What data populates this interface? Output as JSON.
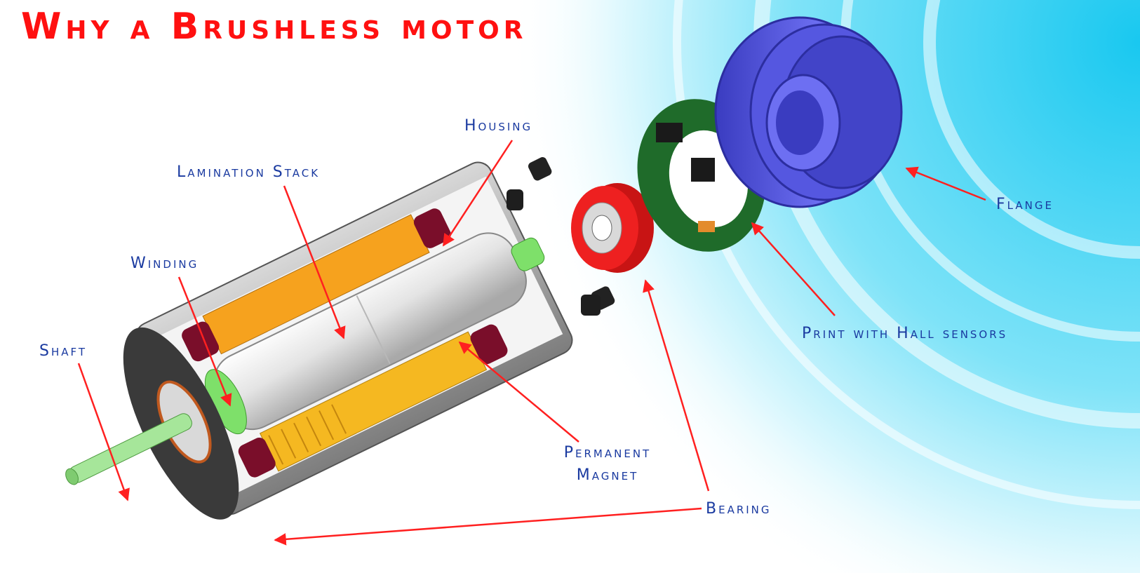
{
  "title": "Why a Brushless motor",
  "labels": {
    "housing": "Housing",
    "lamination_stack": "Lamination Stack",
    "winding": "Winding",
    "shaft": "Shaft",
    "permanent_magnet": "Permanent Magnet",
    "bearing": "Bearing",
    "flange": "Flange",
    "print_hall": "Print with Hall sensors"
  },
  "colors": {
    "title": "#ff1010",
    "label": "#1a3aa0",
    "arrow": "#ff2020",
    "lamination": "#f6a21e",
    "winding": "#7a0e2a",
    "rotor": "#e6e6e6",
    "shaft": "#9be08a",
    "bearing": "#e81818",
    "pcb": "#1f6b2a",
    "flange": "#4a4cd8",
    "background_accent": "#19c8f0"
  }
}
